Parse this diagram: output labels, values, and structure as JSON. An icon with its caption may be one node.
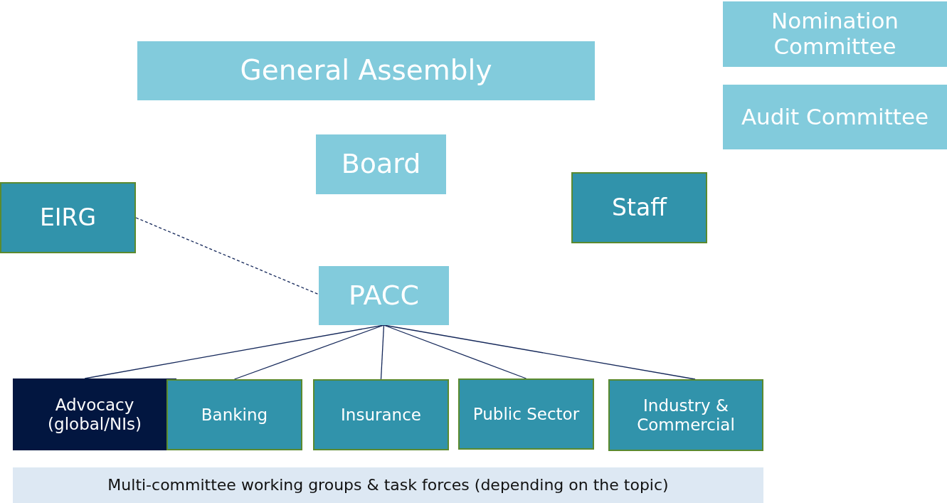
{
  "diagram": {
    "nodes": [
      {
        "text": [
          "Nomination Committee"
        ]
      },
      {
        "text": [
          "General Assembly"
        ]
      },
      {
        "text": [
          "Audit Committee"
        ]
      },
      {
        "text": [
          "Board"
        ]
      },
      {
        "text": [
          "EIRG"
        ]
      },
      {
        "text": [
          "Staff"
        ]
      },
      {
        "text": [
          "PACC"
        ]
      },
      {
        "text": [
          "Advocacy (global/NIs)"
        ]
      },
      {
        "text": [
          "Banking"
        ]
      },
      {
        "text": [
          "Insurance"
        ]
      },
      {
        "text": [
          "Public Sector"
        ]
      },
      {
        "text": [
          "Industry & Commercial"
        ]
      },
      {
        "text": [
          "Multi-committee working groups & task forces (depending on the topic)"
        ]
      }
    ],
    "edges": [
      {
        "from": 4,
        "to": 6,
        "arrow": "none",
        "style": "dashed"
      },
      {
        "from": 6,
        "to": 7,
        "arrow": "none"
      },
      {
        "from": 6,
        "to": 8,
        "arrow": "none"
      },
      {
        "from": 6,
        "to": 9,
        "arrow": "none"
      },
      {
        "from": 6,
        "to": 10,
        "arrow": "none"
      },
      {
        "from": 6,
        "to": 11,
        "arrow": "none"
      }
    ]
  }
}
